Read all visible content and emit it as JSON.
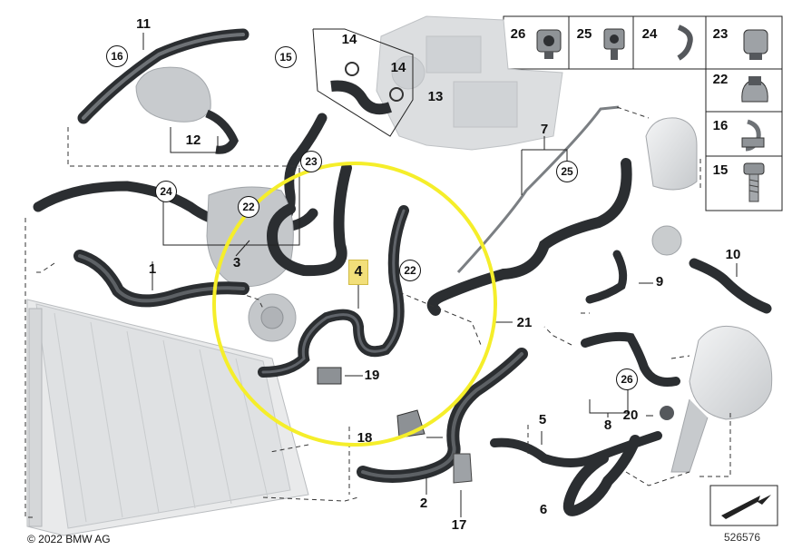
{
  "diagram": {
    "labels": {
      "p1": "1",
      "p2": "2",
      "p3": "3",
      "p4": "4",
      "p5": "5",
      "p6": "6",
      "p7": "7",
      "p8": "8",
      "p9": "9",
      "p10": "10",
      "p11": "11",
      "p12": "12",
      "p13": "13",
      "p14a": "14",
      "p14b": "14",
      "p15": "15",
      "p16": "16",
      "p17": "17",
      "p18": "18",
      "p19": "19",
      "p20": "20",
      "p21": "21",
      "c15": "15",
      "c16": "16",
      "c22a": "22",
      "c22b": "22",
      "c23": "23",
      "c24": "24",
      "c25": "25",
      "c26": "26"
    },
    "legend": [
      {
        "num": "26"
      },
      {
        "num": "25"
      },
      {
        "num": "24"
      },
      {
        "num": "23"
      },
      {
        "num": "22"
      },
      {
        "num": "16"
      },
      {
        "num": "15"
      }
    ],
    "highlight_color": "#f5ee2a",
    "label_highlight_color": "#f2df7a"
  },
  "copyright": "© 2022 BMW AG",
  "diagram_id": "526576"
}
